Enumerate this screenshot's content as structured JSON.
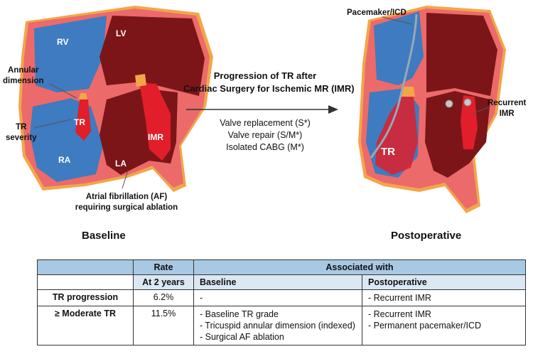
{
  "colors": {
    "blue": "#3e7bc0",
    "pink": "#ec6a6a",
    "dark_red": "#7c1518",
    "red": "#e11e2a",
    "orange": "#f2a64a",
    "header": "#a8c9e3",
    "subheader": "#dbe8f4"
  },
  "baseline": {
    "labels": {
      "rv": "RV",
      "lv": "LV",
      "ra": "RA",
      "la": "LA",
      "tr": "TR",
      "imr": "IMR"
    },
    "callouts": {
      "annular_dimension": [
        "Annular",
        "dimension"
      ],
      "tr_severity": [
        "TR",
        "severity"
      ],
      "af": [
        "Atrial fibrillation (AF)",
        "requiring surgical ablation"
      ]
    },
    "title": "Baseline"
  },
  "arrow": {
    "title_lines": [
      "Progression of TR after",
      "Cardiac Surgery for Ischemic MR (IMR)"
    ],
    "items": [
      "Valve replacement (S*)",
      "Valve repair (S/M*)",
      "Isolated CABG (M*)"
    ]
  },
  "postoperative": {
    "labels": {
      "tr": "TR"
    },
    "callouts": {
      "pacemaker": "Pacemaker/ICD",
      "recurrent_imr": [
        "Recurrent",
        "IMR"
      ]
    },
    "title": "Postoperative"
  },
  "table": {
    "col_rate": "Rate",
    "col_assoc": "Associated with",
    "sub_rate": "At 2 years",
    "sub_baseline": "Baseline",
    "sub_postop": "Postoperative",
    "rows": [
      {
        "label": "TR progression",
        "rate": "6.2%",
        "baseline": [
          "-"
        ],
        "postop": [
          "- Recurrent IMR"
        ]
      },
      {
        "label": "≥ Moderate TR",
        "rate": "11.5%",
        "baseline": [
          "- Baseline TR grade",
          "- Tricuspid annular dimension (indexed)",
          "- Surgical AF ablation"
        ],
        "postop": [
          "- Recurrent IMR",
          "- Permanent pacemaker/ICD"
        ]
      }
    ]
  }
}
